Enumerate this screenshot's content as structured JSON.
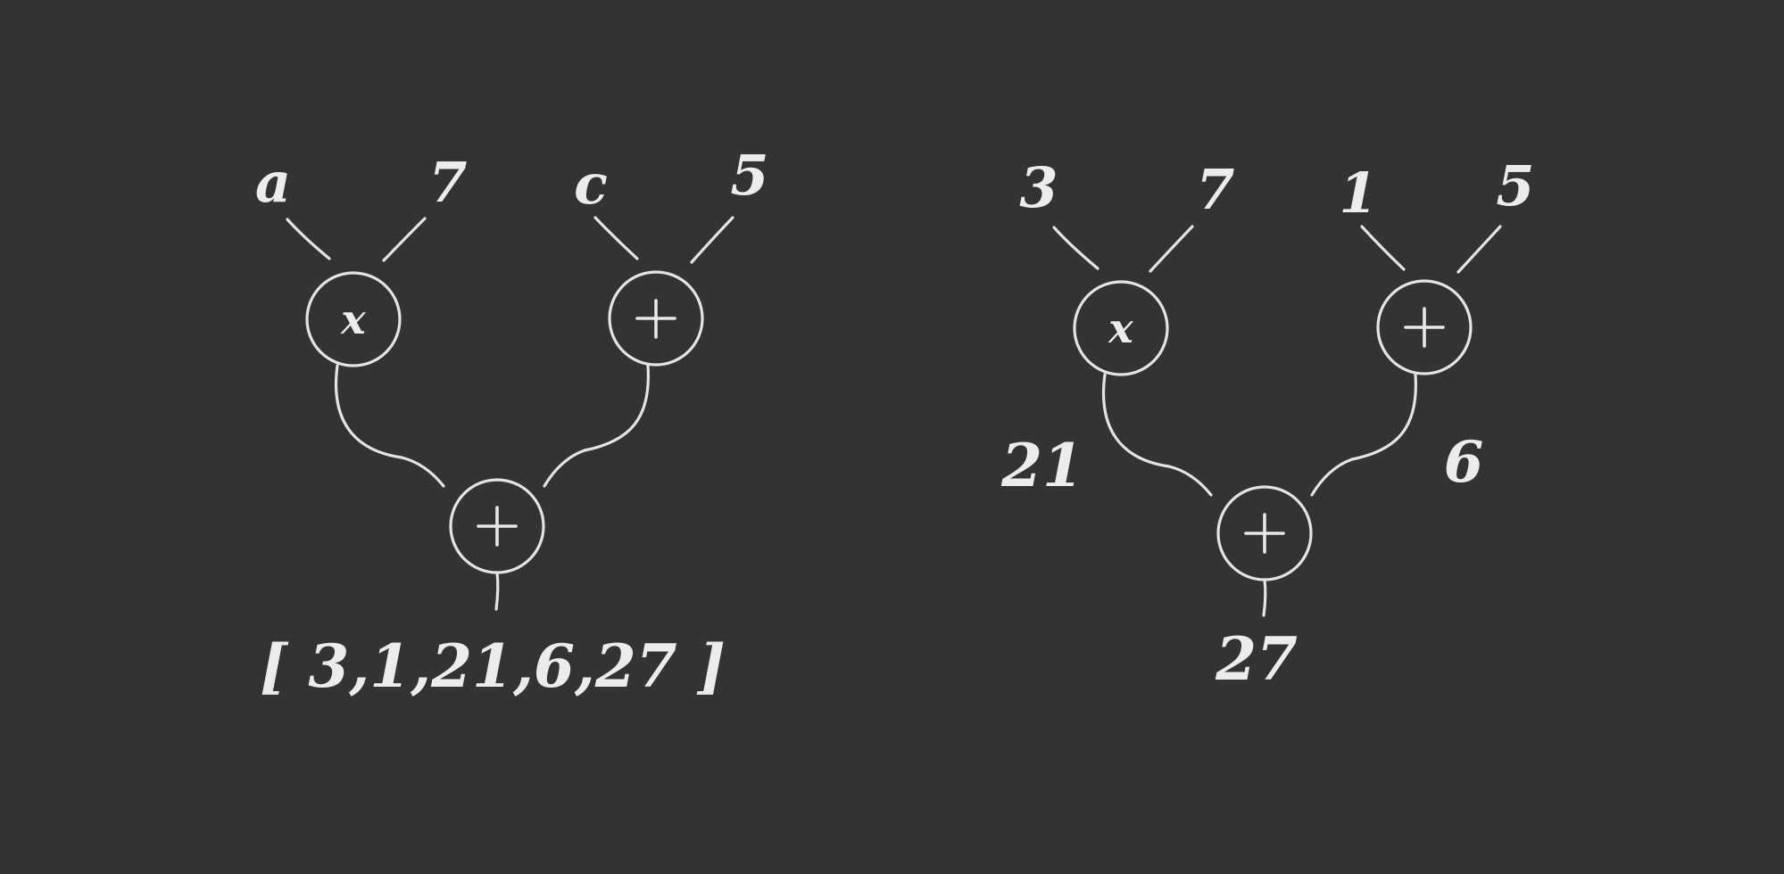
{
  "palette": {
    "background": "#333333",
    "chalk": "#e4e4e4"
  },
  "left_tree": {
    "inputs": {
      "mul_left": "a",
      "mul_right": "7",
      "add_left": "c",
      "add_right": "5"
    },
    "operators": {
      "mul": "x",
      "add": "+",
      "root": "+"
    },
    "result_list": "[ 3,1,21,6,27 ]"
  },
  "right_tree": {
    "inputs": {
      "mul_left": "3",
      "mul_right": "7",
      "add_left": "1",
      "add_right": "5"
    },
    "operators": {
      "mul": "x",
      "add": "+",
      "root": "+"
    },
    "intermediate": {
      "mul_result": "21",
      "add_result": "6"
    },
    "output": "27"
  }
}
